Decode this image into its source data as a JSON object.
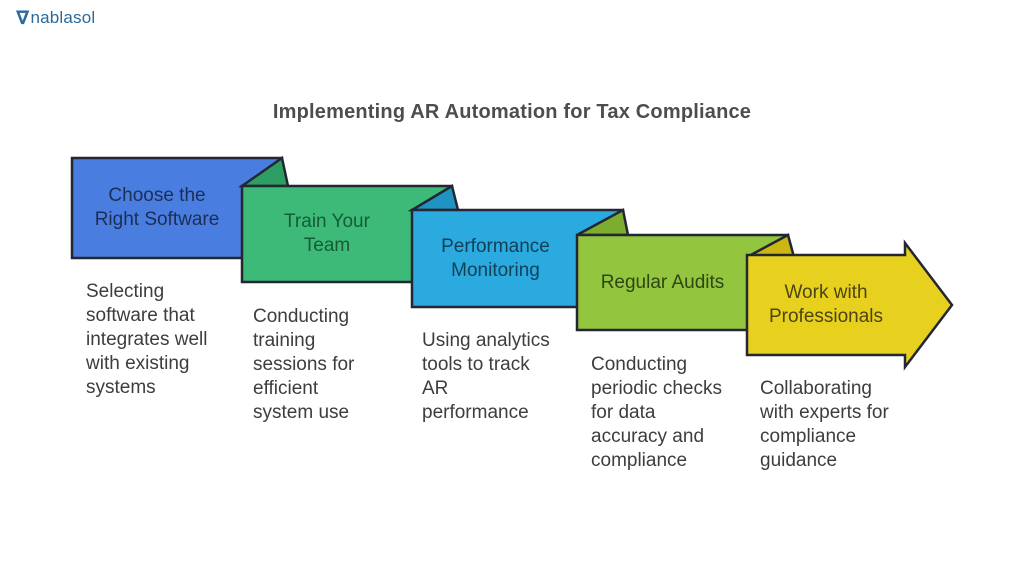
{
  "brand": {
    "nabla_glyph": "∇",
    "logo_text": "nablasol"
  },
  "title": "Implementing AR Automation for Tax Compliance",
  "colors": {
    "background": "#ffffff",
    "outline": "#232733",
    "logo": "#2b6a9e",
    "title_text": "#4d4d4d",
    "body_text": "#3d3d3d"
  },
  "stages": [
    {
      "label": "Choose the\nRight Software",
      "description": "Selecting\nsoftware that\nintegrates well\nwith existing\nsystems",
      "color": "#4a7de0",
      "label_color": "#1c2e54"
    },
    {
      "label": "Train Your\nTeam",
      "description": "Conducting\ntraining\nsessions for\nefficient\nsystem use",
      "color": "#3dba78",
      "fold_color": "#2f9e62",
      "label_color": "#155c35"
    },
    {
      "label": "Performance\nMonitoring",
      "description": "Using analytics\ntools to track\nAR\nperformance",
      "color": "#2aaade",
      "fold_color": "#1f93c2",
      "label_color": "#143f57"
    },
    {
      "label": "Regular Audits",
      "description": "Conducting\nperiodic checks\nfor data\naccuracy and\ncompliance",
      "color": "#93c53e",
      "fold_color": "#7dad2e",
      "label_color": "#2c4712"
    },
    {
      "label": "Work with\nProfessionals",
      "description": "Collaborating\nwith experts for\ncompliance\nguidance",
      "color": "#e8d01e",
      "fold_color": "#cdb614",
      "label_color": "#4c4512"
    }
  ]
}
